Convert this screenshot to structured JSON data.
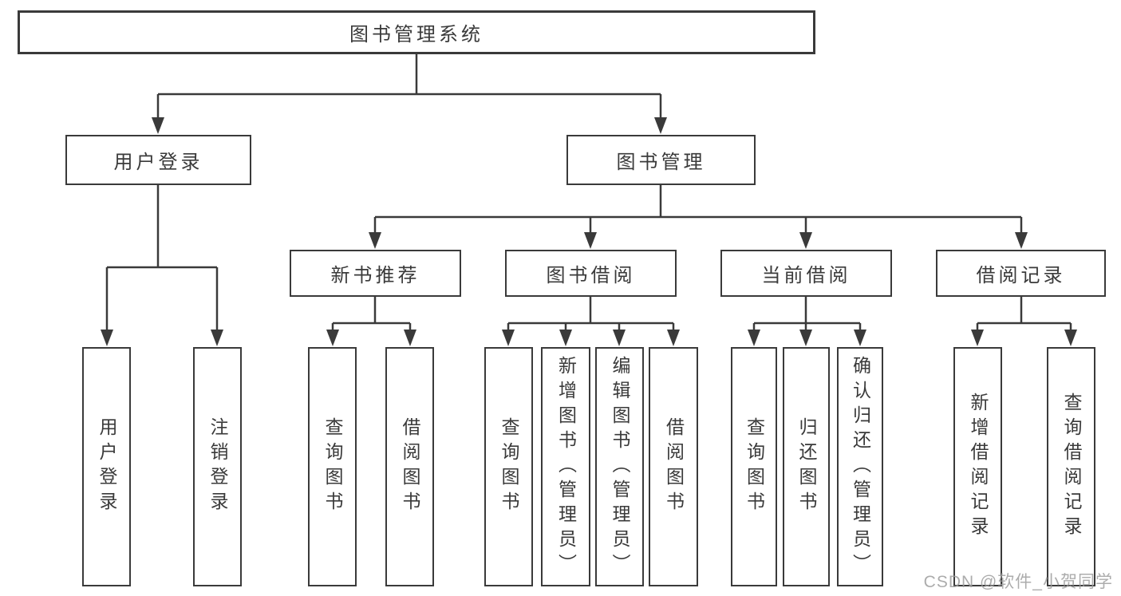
{
  "title": {
    "label": "图书管理系统"
  },
  "level2": {
    "user_login": "用户登录",
    "book_management": "图书管理"
  },
  "level3": {
    "new_book_recommend": "新书推荐",
    "book_borrowing": "图书借阅",
    "current_borrowing": "当前借阅",
    "borrowing_records": "借阅记录"
  },
  "leaves": {
    "login_user_login": "用户登录",
    "login_logout": "注销登录",
    "rec_query_books": "查询图书",
    "rec_borrow_books": "借阅图书",
    "bor_query_books": "查询图书",
    "bor_add_books": "新增图书（管理员）",
    "bor_edit_books": "编辑图书（管理员）",
    "bor_borrow_books": "借阅图书",
    "cur_query_books": "查询图书",
    "cur_return_books": "归还图书",
    "cur_confirm_return": "确认归还（管理员）",
    "rcd_add_record": "新增借阅记录",
    "rcd_query_record": "查询借阅记录"
  },
  "watermark": {
    "text": "CSDN @软件_小贺同学"
  },
  "colors": {
    "line": "#3a3a3a",
    "text": "#3a3a3a",
    "background": "#ffffff",
    "watermark": "#9e9e9e"
  }
}
